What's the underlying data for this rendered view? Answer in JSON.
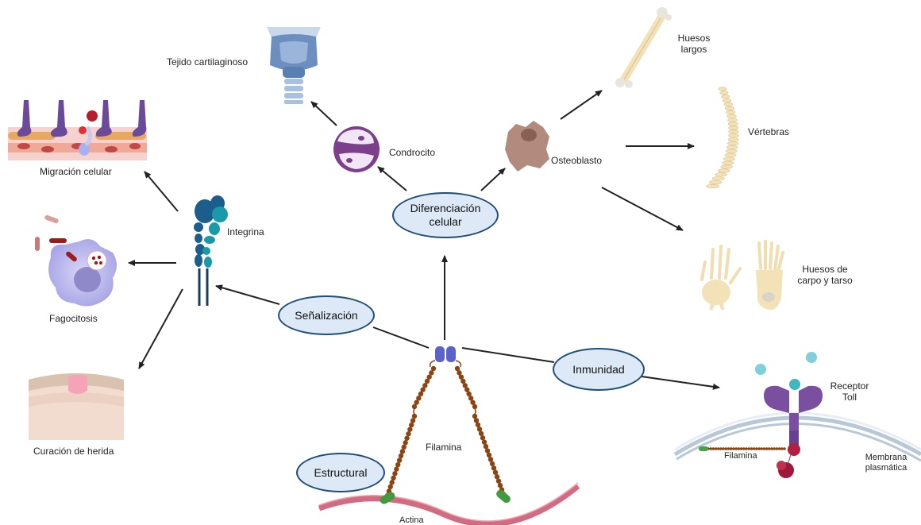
{
  "hubs": {
    "diferenciacion": "Diferenciación celular",
    "senalizacion": "Señalización",
    "inmunidad": "Inmunidad",
    "estructural": "Estructural"
  },
  "labels": {
    "cartilago": "Tejido cartilaginoso",
    "condrocito": "Condrocito",
    "osteoblasto": "Osteoblasto",
    "huesos_largos_1": "Huesos",
    "huesos_largos_2": "largos",
    "vertebras": "Vértebras",
    "carpo_1": "Huesos de",
    "carpo_2": "carpo y tarso",
    "migracion": "Migración celular",
    "integrina": "Integrina",
    "fagocitosis": "Fagocitosis",
    "curacion": "Curación de herida",
    "filamina": "Filamina",
    "actina": "Actina",
    "receptor_1": "Receptor",
    "receptor_2": "Toll",
    "filamina_mem": "Filamina",
    "membrana_1": "Membrana",
    "membrana_2": "plasmática"
  },
  "colors": {
    "hub_fill": "#dde9f6",
    "hub_border": "#1f4e79",
    "arrow": "#222222",
    "bone": "#f3e2b8",
    "cartilage": "#7a9cc8",
    "chondrocyte": "#7b3f8c",
    "osteoblast": "#b38a7e",
    "integrin_dark": "#1b5e8c",
    "integrin_light": "#1a9aa8",
    "filamin": "#8b4513",
    "dimer": "#5b62c9",
    "actin": "#d9687a",
    "receptor": "#7b4fa0",
    "receptor_red": "#b0203f",
    "ligand": "#7fd0d8",
    "phagocyte": "#c8c6f0",
    "skin": "#f2dccf"
  }
}
